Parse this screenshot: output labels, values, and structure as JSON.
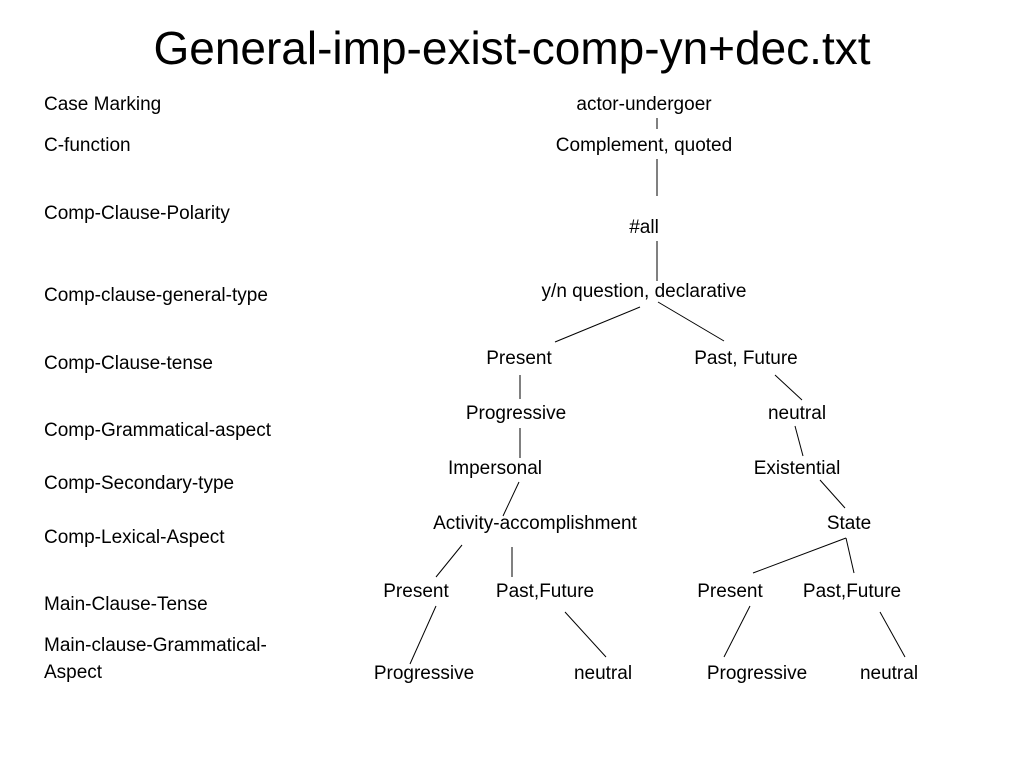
{
  "title": "General-imp-exist-comp-yn+dec.txt",
  "row_labels": {
    "case_marking": "Case Marking",
    "c_function": "C-function",
    "comp_clause_polarity": "Comp-Clause-Polarity",
    "comp_clause_general_type": "Comp-clause-general-type",
    "comp_clause_tense": "Comp-Clause-tense",
    "comp_grammatical_aspect": "Comp-Grammatical-aspect",
    "comp_secondary_type": "Comp-Secondary-type",
    "comp_lexical_aspect": "Comp-Lexical-Aspect",
    "main_clause_tense": "Main-Clause-Tense",
    "main_clause_grammatical_aspect_line1": "Main-clause-Grammatical-",
    "main_clause_grammatical_aspect_line2": "Aspect"
  },
  "nodes": {
    "actor_undergoer": "actor-undergoer",
    "complement_quoted": "Complement, quoted",
    "all": "#all",
    "yn_question_declarative": "y/n question, declarative",
    "comp_present": "Present",
    "comp_past_future": "Past, Future",
    "progressive": "Progressive",
    "neutral": "neutral",
    "impersonal": "Impersonal",
    "existential": "Existential",
    "activity_accomplishment": "Activity-accomplishment",
    "state": "State",
    "left_main_present": "Present",
    "left_main_past_future": "Past,Future",
    "right_main_present": "Present",
    "right_main_past_future": "Past,Future",
    "left_progressive": "Progressive",
    "left_neutral": "neutral",
    "right_progressive": "Progressive",
    "right_neutral": "neutral"
  }
}
